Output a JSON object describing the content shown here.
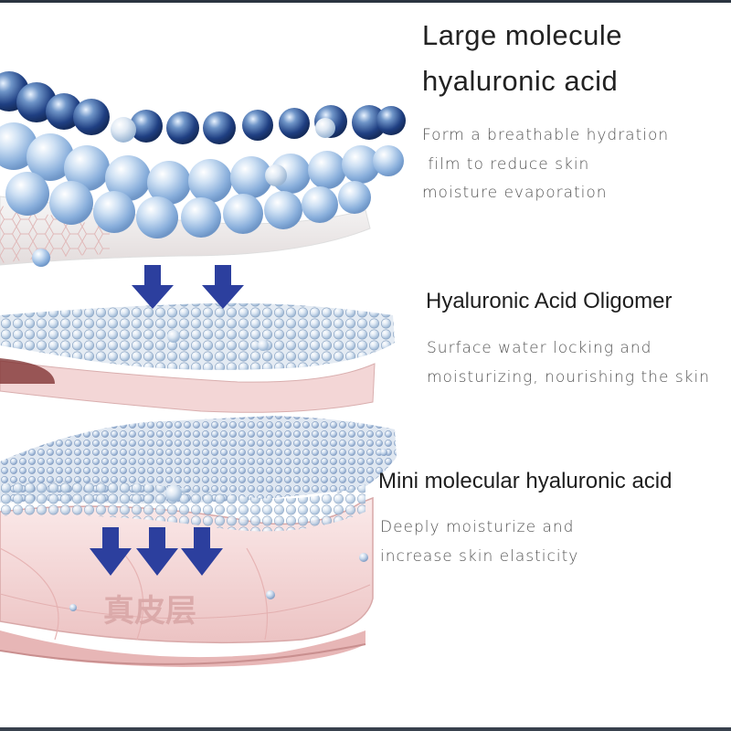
{
  "layers": [
    {
      "title_lines": [
        "Large molecule",
        "hyaluronic acid"
      ],
      "description_lines": [
        "Form a breathable hydration",
        " film to reduce skin",
        "moisture evaporation"
      ]
    },
    {
      "title_lines": [
        "Hyaluronic Acid Oligomer"
      ],
      "description_lines": [
        "Surface water locking and",
        "moisturizing, nourishing the skin"
      ]
    },
    {
      "title_lines": [
        "Mini molecular hyaluronic acid"
      ],
      "description_lines": [
        "Deeply moisturize and",
        "increase skin elasticity"
      ]
    }
  ],
  "dermis_label": "真皮层",
  "colors": {
    "arrow": "#2c3f9e",
    "sphere_dark": "#2b4f93",
    "sphere_light": "#a9c9e8",
    "skin": "#f2d6d6",
    "skin_edge": "#d9a9a9"
  },
  "icons": [
    "down-arrow-icon"
  ]
}
